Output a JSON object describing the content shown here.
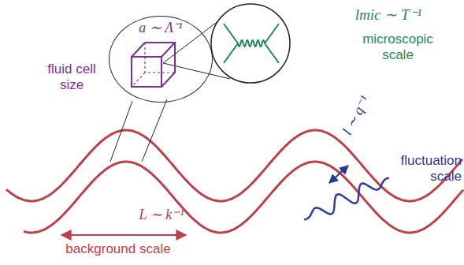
{
  "diagram": {
    "nodes": [
      {
        "text": [
          "a ∼ Λ⁻¹"
        ]
      }
    ],
    "labels": [
      "fluid cell size",
      "lmic ∼ T⁻¹",
      "microscopic scale",
      "l ∼ q⁻¹",
      "fluctuation scale",
      "L ∼ k⁻¹",
      "background scale"
    ]
  }
}
